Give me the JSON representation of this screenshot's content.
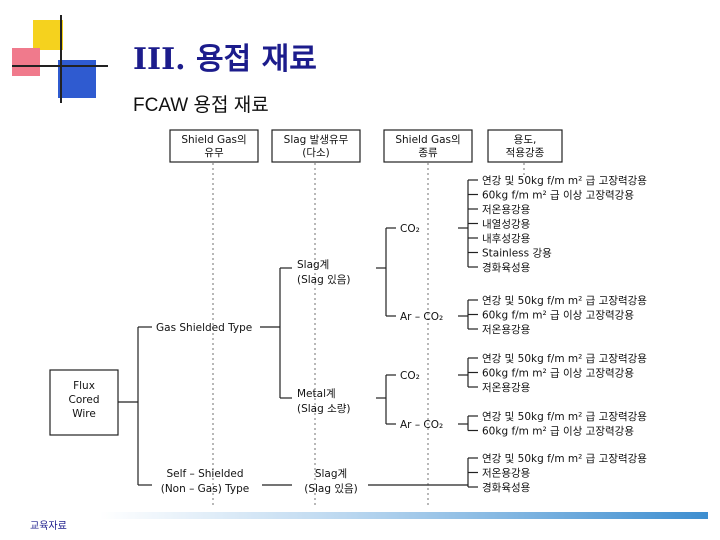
{
  "slide": {
    "title": "III. 용접 재료",
    "subtitle": "FCAW 용접 재료",
    "footer": "교육자료"
  },
  "diagram": {
    "headers": [
      "Shield Gas의\n유무",
      "Slag 발생유무\n(다소)",
      "Shield Gas의\n종류",
      "용도,\n적용강종"
    ],
    "root": "Flux\nCored\nWire",
    "level1": [
      "Gas Shielded Type",
      "Self – Shielded\n(Non – Gas) Type"
    ],
    "level2": [
      "Slag계\n(Slag 있음)",
      "Metal계\n(Slag 소량)",
      "Slag계\n(Slag 있음)"
    ],
    "gases": [
      "CO₂",
      "Ar – CO₂",
      "CO₂",
      "Ar – CO₂"
    ],
    "uses": [
      [
        "연강 및 50kg f/m m² 급 고장력강용",
        "60kg f/m m² 급 이상 고장력강용",
        "저온용강용",
        "내열성강용",
        "내후성강용",
        "Stainless 강용",
        "경화육성용"
      ],
      [
        "연강 및 50kg f/m m² 급 고장력강용",
        "60kg f/m m² 급 이상 고장력강용",
        "저온용강용"
      ],
      [
        "연강 및 50kg f/m m² 급 고장력강용",
        "60kg f/m m² 급 이상 고장력강용",
        "저온용강용"
      ],
      [
        "연강 및 50kg f/m m² 급 고장력강용",
        "60kg f/m m² 급 이상 고장력강용"
      ],
      [
        "연강 및 50kg f/m m² 급 고장력강용",
        "저온용강용",
        "경화육성용"
      ]
    ]
  }
}
